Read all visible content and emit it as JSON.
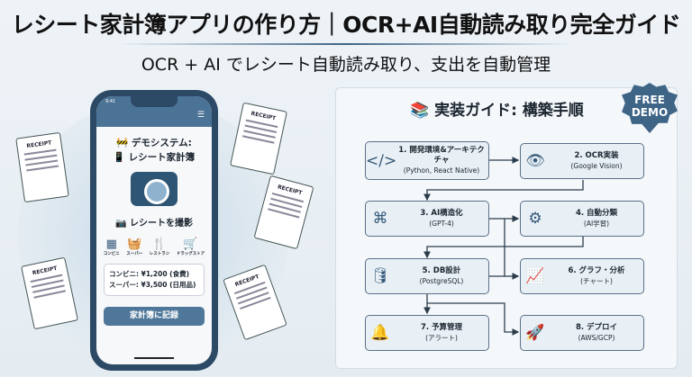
{
  "header": {
    "title": "レシート家計簿アプリの作り方｜OCR+AI自動読み取り完全ガイド",
    "subtitle": "OCR + AI でレシート自動読み取り、支出を自動管理"
  },
  "receipts": [
    "RECEIPT",
    "RECEIPT",
    "RECEIPT",
    "RECEIPT",
    "RECEIPT"
  ],
  "phone": {
    "time": "9:41",
    "title_line1": "🚧 デモシステム:",
    "title_line2": "📱 レシート家計簿",
    "shoot_label": "📷 レシートを撮影",
    "stores": [
      {
        "icon": "store-icon",
        "label": "コンビニ"
      },
      {
        "icon": "basket-icon",
        "label": "スーパー"
      },
      {
        "icon": "cutlery-icon",
        "label": "レストラン"
      },
      {
        "icon": "cart-icon",
        "label": "ドラッグストア"
      }
    ],
    "records": [
      "コンビニ: ¥1,200 (食費)",
      "スーパー: ¥3,500 (日用品)"
    ],
    "record_button": "家計簿に記録"
  },
  "guide": {
    "title": "📚 実装ガイド: 構築手順",
    "badge": "FREE DEMO",
    "steps": [
      {
        "title": "1. 開発環境&アーキテクチャ",
        "detail": "(Python, React Native)",
        "icon": "code-window-icon"
      },
      {
        "title": "2. OCR実装",
        "detail": "(Google Vision)",
        "icon": "eye-scan-icon"
      },
      {
        "title": "3. AI構造化",
        "detail": "(GPT-4)",
        "icon": "brain-chip-icon"
      },
      {
        "title": "4. 自動分類",
        "detail": "(AI学習)",
        "icon": "gears-icon"
      },
      {
        "title": "5. DB設計",
        "detail": "(PostgreSQL)",
        "icon": "database-icon"
      },
      {
        "title": "6. グラフ・分析",
        "detail": "(チャート)",
        "icon": "chart-icon"
      },
      {
        "title": "7. 予算管理",
        "detail": "(アラート)",
        "icon": "bell-icon"
      },
      {
        "title": "8. デプロイ",
        "detail": "(AWS/GCP)",
        "icon": "rocket-icon"
      }
    ]
  }
}
